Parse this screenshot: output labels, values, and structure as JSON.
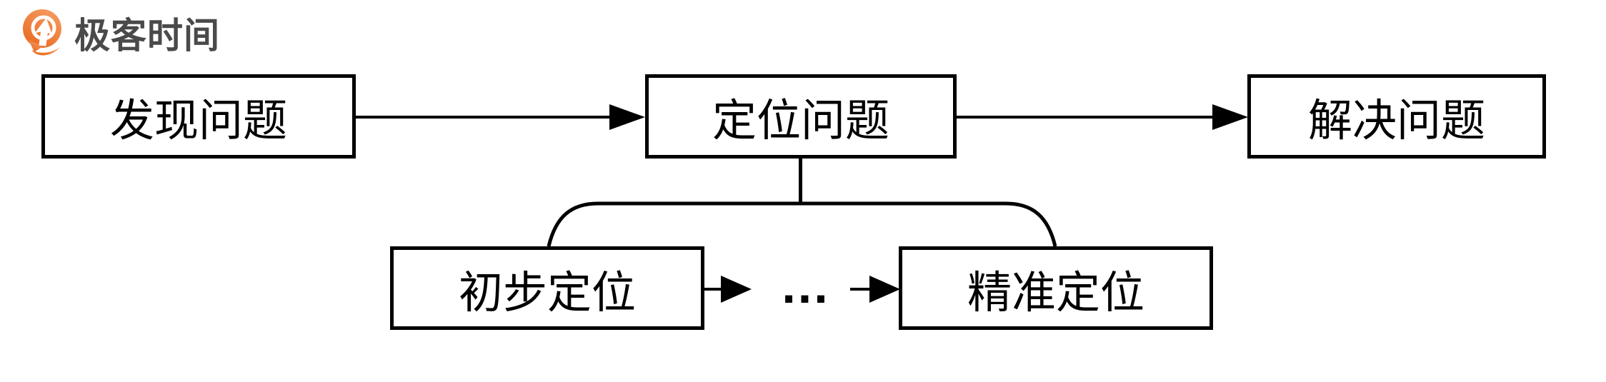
{
  "page": {
    "background_color": "#FFFFFF"
  },
  "logo": {
    "text": "极客时间",
    "icon": "geektime-pin-icon",
    "icon_gradient_top": "#F59B62",
    "icon_gradient_bottom": "#E96A1F",
    "text_color": "#4A4A4A"
  },
  "diagram": {
    "type": "flowchart",
    "line_color": "#000000",
    "ellipsis": "...",
    "nodes": [
      {
        "id": "discover",
        "label": "发现问题"
      },
      {
        "id": "locate",
        "label": "定位问题"
      },
      {
        "id": "solve",
        "label": "解决问题"
      },
      {
        "id": "initial",
        "label": "初步定位"
      },
      {
        "id": "precise",
        "label": "精准定位"
      }
    ],
    "edges": [
      {
        "from": "发现问题",
        "to": "定位问题",
        "style": "arrow"
      },
      {
        "from": "定位问题",
        "to": "解决问题",
        "style": "arrow"
      },
      {
        "from": "定位问题",
        "to": "初步定位",
        "style": "curved-branch"
      },
      {
        "from": "定位问题",
        "to": "精准定位",
        "style": "curved-branch"
      },
      {
        "from": "初步定位",
        "to": "...",
        "style": "arrow"
      },
      {
        "from": "...",
        "to": "精准定位",
        "style": "arrow"
      }
    ]
  }
}
